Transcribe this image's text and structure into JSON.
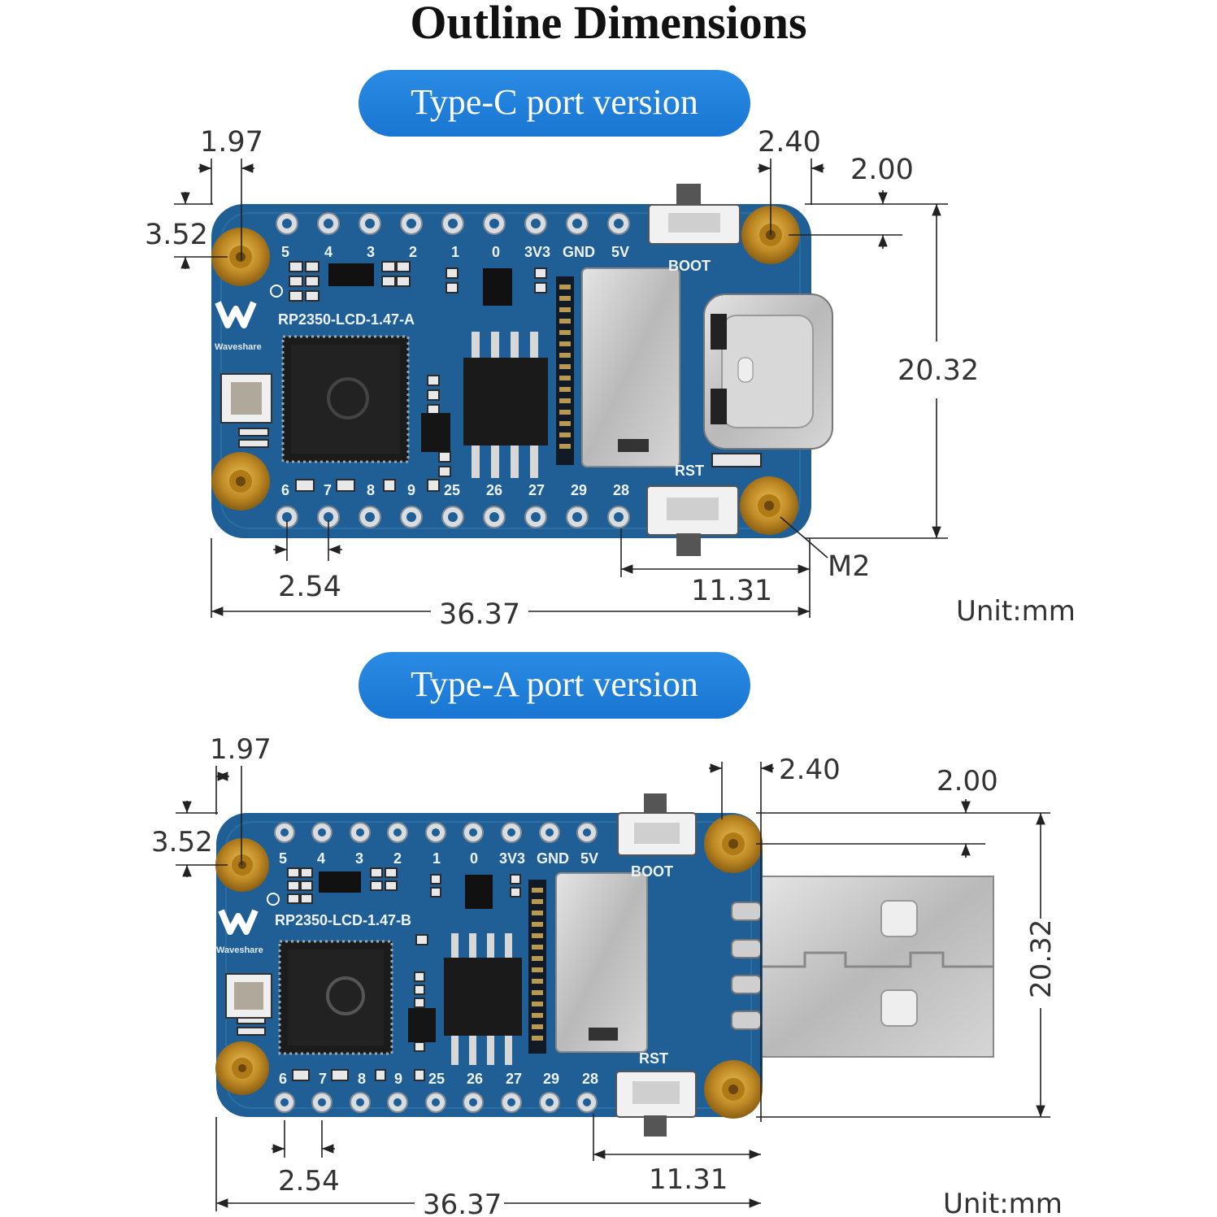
{
  "title": "Outline Dimensions",
  "versions": [
    {
      "label": "Type-C port version",
      "board_name": "RP2350-LCD-1.47-A",
      "dimensions": {
        "hole_offset_x": "1.97",
        "hole_offset_y": "3.52",
        "hole_spacing_x_right": "2.40",
        "hole_offset_top_right": "2.00",
        "height": "20.32",
        "pin_pitch": "2.54",
        "connector_span": "11.31",
        "length": "36.37",
        "hole_size": "M2"
      },
      "unit": "Unit:mm",
      "top_pin_labels": [
        "5",
        "4",
        "3",
        "2",
        "1",
        "0",
        "3V3",
        "GND",
        "5V"
      ],
      "bottom_pin_labels": [
        "6",
        "7",
        "8",
        "9",
        "25",
        "26",
        "27",
        "29",
        "28"
      ],
      "button_labels": {
        "boot": "BOOT",
        "reset": "RST"
      },
      "logo_text": "Waveshare"
    },
    {
      "label": "Type-A port version",
      "board_name": "RP2350-LCD-1.47-B",
      "dimensions": {
        "hole_offset_x": "1.97",
        "hole_offset_y": "3.52",
        "hole_spacing_x_right": "2.40",
        "hole_offset_top_right": "2.00",
        "height": "20.32",
        "pin_pitch": "2.54",
        "connector_span": "11.31",
        "length": "36.37"
      },
      "unit": "Unit:mm",
      "top_pin_labels": [
        "5",
        "4",
        "3",
        "2",
        "1",
        "0",
        "3V3",
        "GND",
        "5V"
      ],
      "bottom_pin_labels": [
        "6",
        "7",
        "8",
        "9",
        "25",
        "26",
        "27",
        "29",
        "28"
      ],
      "button_labels": {
        "boot": "BOOT",
        "reset": "RST"
      },
      "logo_text": "Waveshare"
    }
  ],
  "colors": {
    "pcb": "#1f5f96",
    "pcb_dark": "#174d7d",
    "gold": "#c9962e",
    "pill": "#1f80dd"
  }
}
